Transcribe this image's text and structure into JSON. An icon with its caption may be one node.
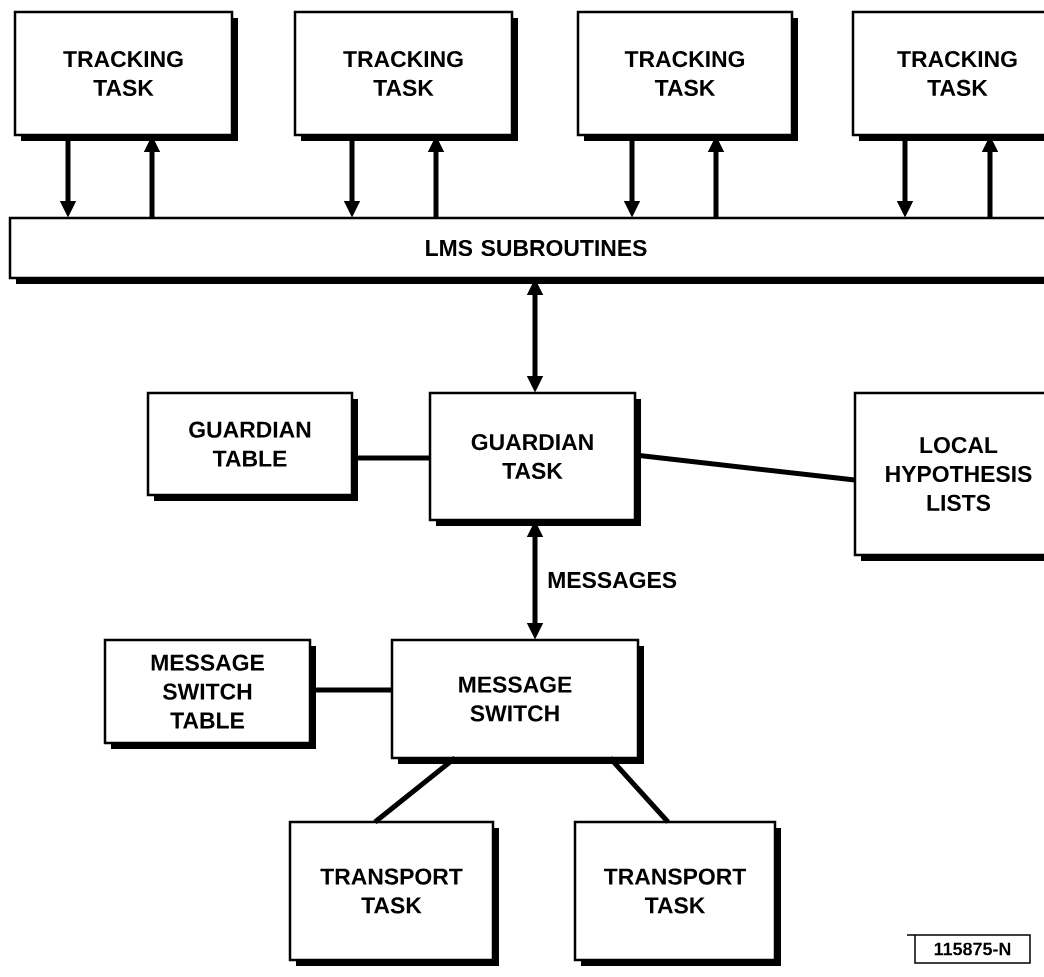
{
  "diagram": {
    "nodes": [
      {
        "text": [
          "TRACKING TASK"
        ]
      },
      {
        "text": [
          "TRACKING TASK"
        ]
      },
      {
        "text": [
          "TRACKING TASK"
        ]
      },
      {
        "text": [
          "TRACKING TASK"
        ]
      },
      {
        "text": [
          "LMS SUBROUTINES"
        ]
      },
      {
        "text": [
          "GUARDIAN TABLE"
        ]
      },
      {
        "text": [
          "GUARDIAN TASK"
        ]
      },
      {
        "text": [
          "LOCAL HYPOTHESIS LISTS"
        ]
      },
      {
        "text": [
          "MESSAGE SWITCH TABLE"
        ]
      },
      {
        "text": [
          "MESSAGE SWITCH"
        ]
      },
      {
        "text": [
          "TRANSPORT TASK"
        ]
      },
      {
        "text": [
          "TRANSPORT TASK"
        ]
      }
    ],
    "edges": [
      {
        "from": 0,
        "to": 4,
        "arrow": "to"
      },
      {
        "from": 4,
        "to": 0,
        "arrow": "to"
      },
      {
        "from": 1,
        "to": 4,
        "arrow": "to"
      },
      {
        "from": 4,
        "to": 1,
        "arrow": "to"
      },
      {
        "from": 2,
        "to": 4,
        "arrow": "to"
      },
      {
        "from": 4,
        "to": 2,
        "arrow": "to"
      },
      {
        "from": 3,
        "to": 4,
        "arrow": "to"
      },
      {
        "from": 4,
        "to": 3,
        "arrow": "to"
      },
      {
        "from": 4,
        "to": 6,
        "arrow": "both"
      },
      {
        "from": 5,
        "to": 6,
        "arrow": "none"
      },
      {
        "from": 6,
        "to": 7,
        "arrow": "none"
      },
      {
        "from": 6,
        "to": 9,
        "arrow": "both",
        "label": "MESSAGES"
      },
      {
        "from": 8,
        "to": 9,
        "arrow": "none"
      },
      {
        "from": 9,
        "to": 10,
        "arrow": "none"
      },
      {
        "from": 9,
        "to": 11,
        "arrow": "none"
      }
    ],
    "labels": [
      "115875-N"
    ]
  }
}
